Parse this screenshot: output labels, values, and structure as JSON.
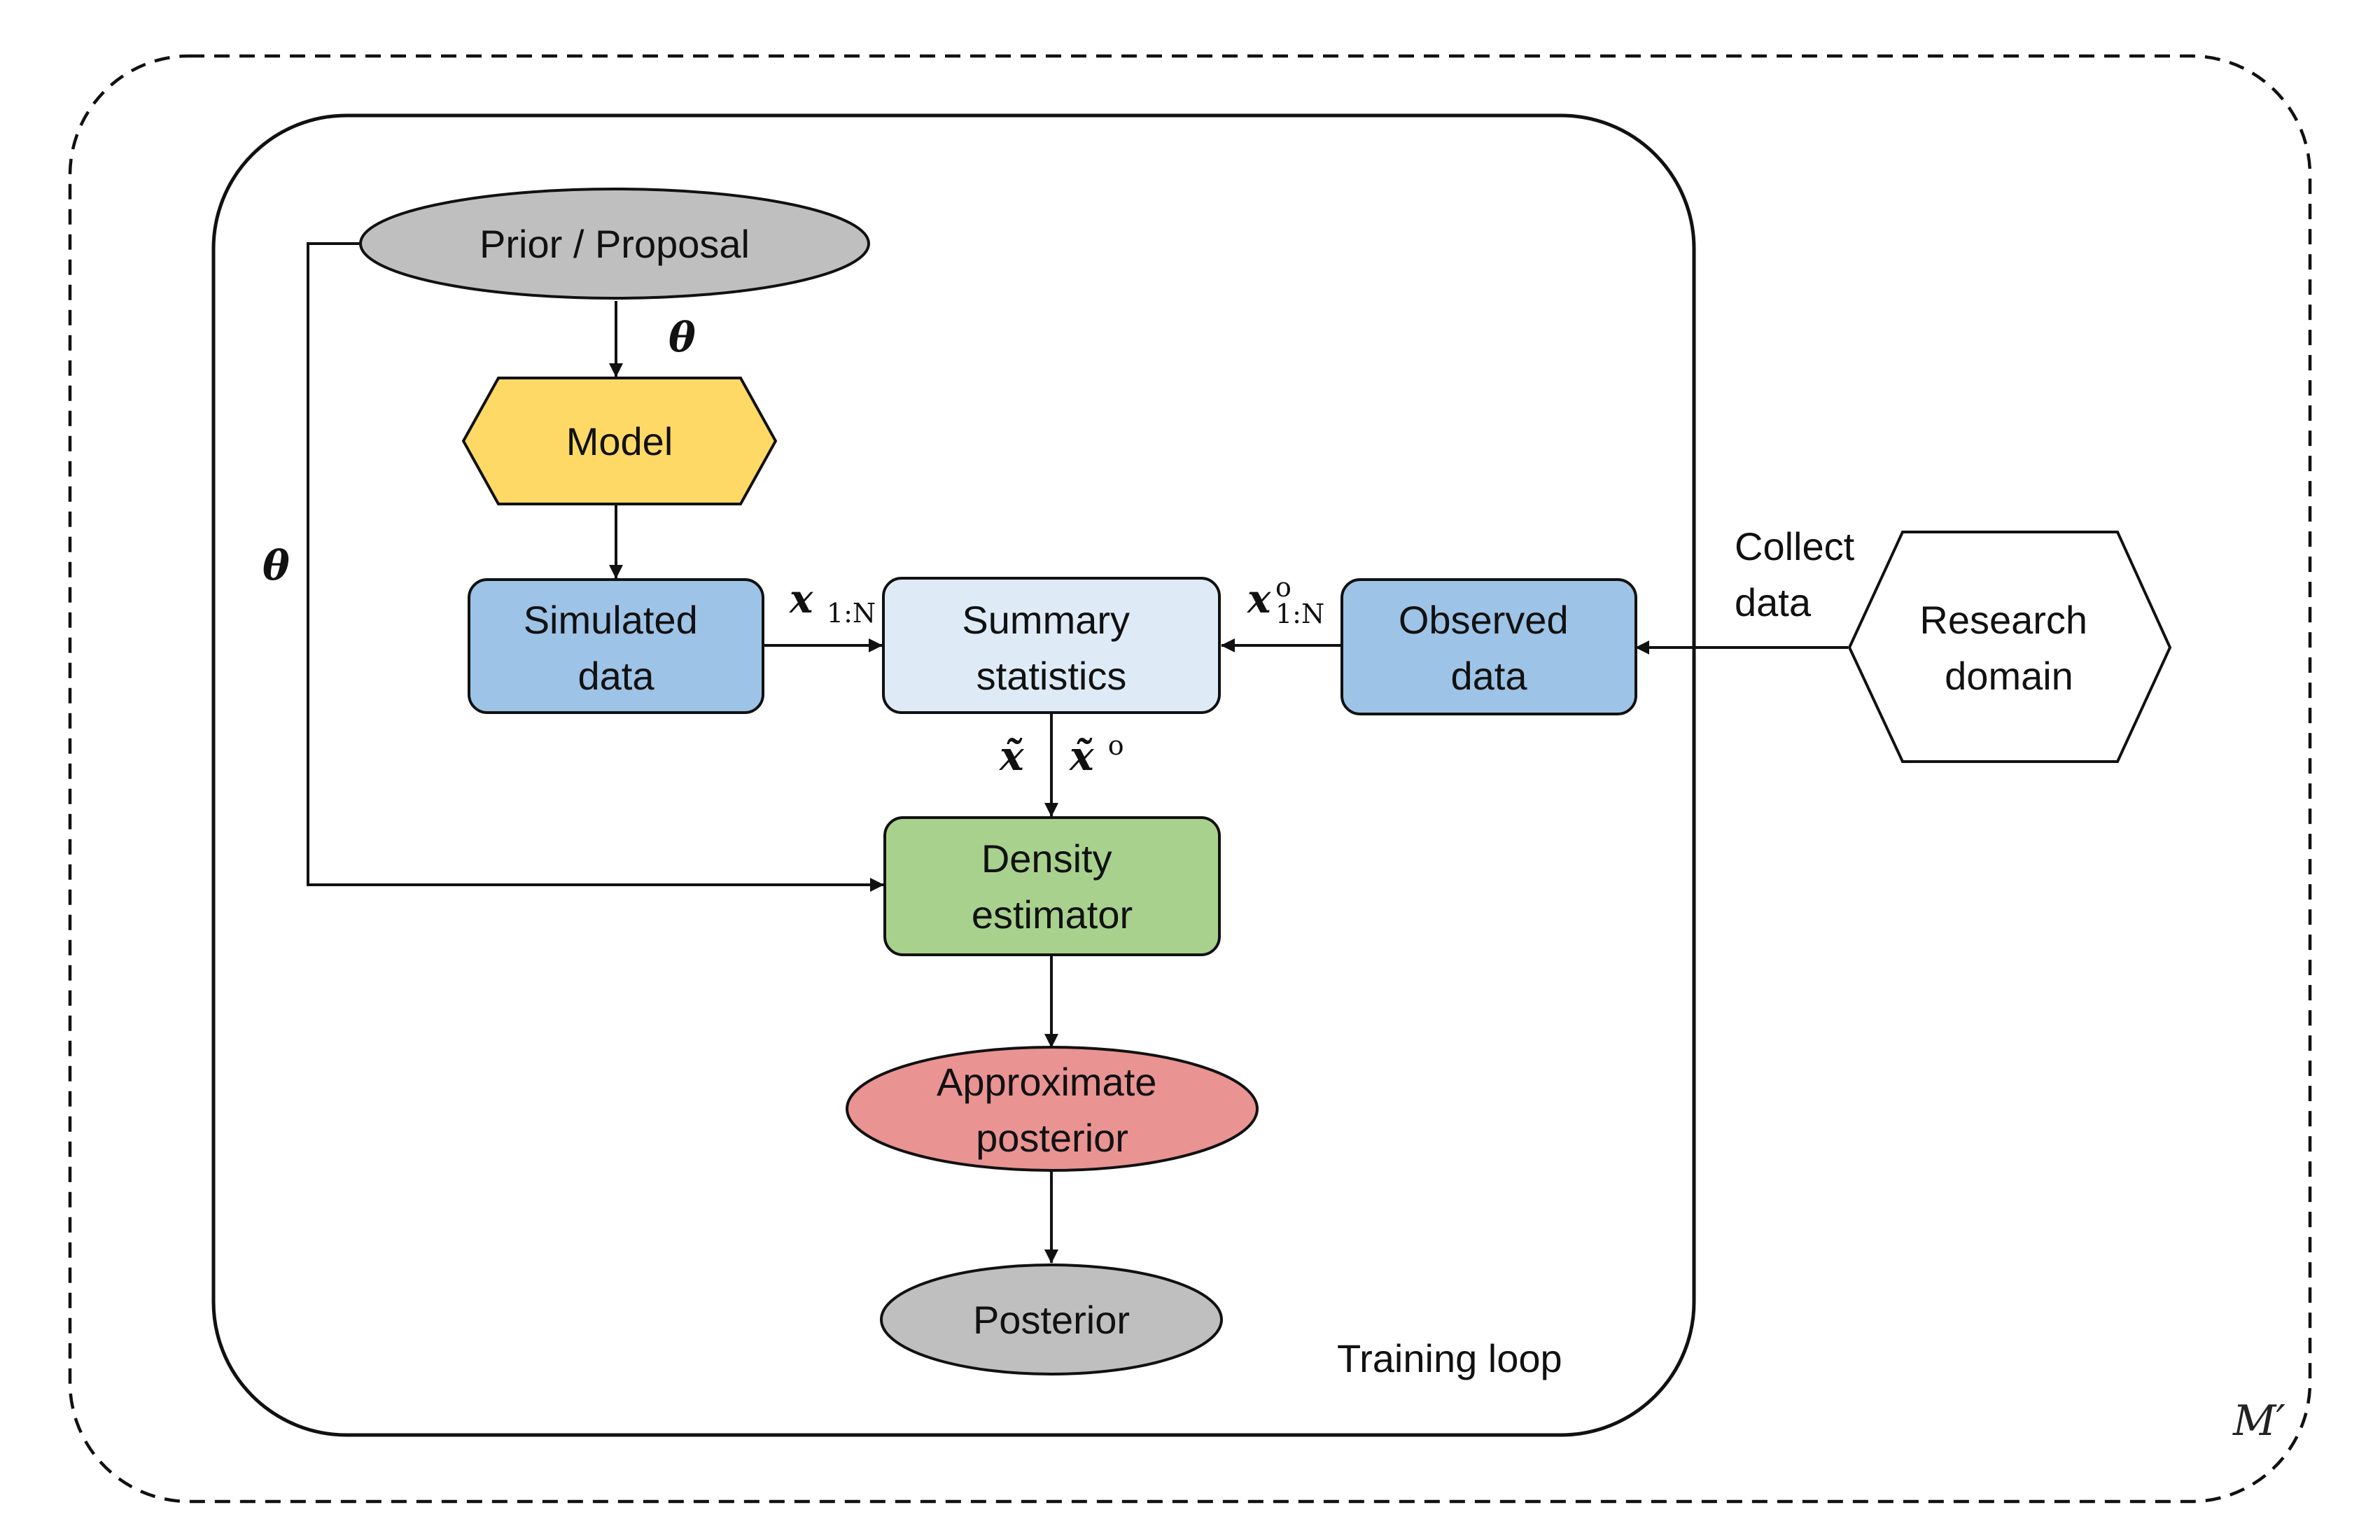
{
  "outer_region": {
    "label": "M′"
  },
  "training_loop": {
    "label": "Training loop"
  },
  "nodes": {
    "prior": {
      "label": "Prior / Proposal"
    },
    "model": {
      "label": "Model"
    },
    "simulated": {
      "line1": "Simulated",
      "line2": "data"
    },
    "summary": {
      "line1": "Summary",
      "line2": "statistics"
    },
    "observed": {
      "line1": "Observed",
      "line2": "data"
    },
    "research": {
      "line1": "Research",
      "line2": "domain"
    },
    "density": {
      "line1": "Density",
      "line2": "estimator"
    },
    "approx": {
      "line1": "Approximate",
      "line2": "posterior"
    },
    "posterior": {
      "label": "Posterior"
    }
  },
  "edge_labels": {
    "theta_model": "θ",
    "theta_side": "θ",
    "x_sim": {
      "base": "x",
      "sub": "1:N"
    },
    "x_obs": {
      "base": "x",
      "sup": "o",
      "sub": "1:N"
    },
    "x_tilde": {
      "base": "x̃"
    },
    "x_tilde_obs": {
      "base": "x̃",
      "sup": "o"
    },
    "collect": {
      "line1": "Collect",
      "line2": "data"
    }
  },
  "colors": {
    "prior_fill": "#bfbfbf",
    "model_fill": "#ffd966",
    "simulated_fill": "#9dc3e6",
    "summary_fill": "#deebf7",
    "observed_fill": "#9dc3e6",
    "research_fill": "#ffffff",
    "density_fill": "#a9d18e",
    "approx_fill": "#e99393",
    "posterior_fill": "#bfbfbf",
    "stroke": "#111111"
  }
}
